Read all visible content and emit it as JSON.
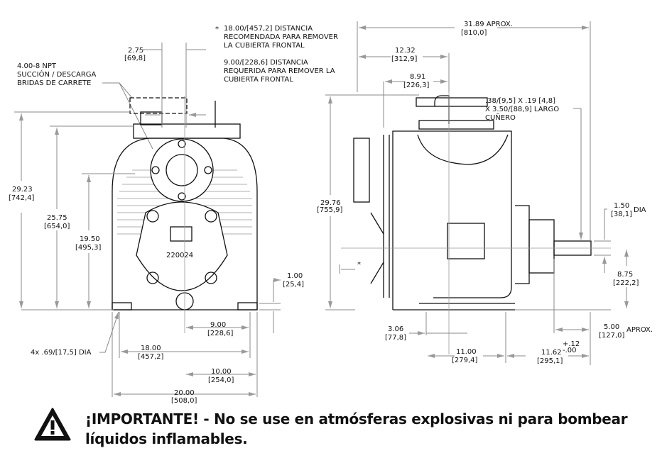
{
  "notes": {
    "star_note_1": [
      "18.00/[457,2] DISTANCIA",
      "RECOMENDADA PARA REMOVER",
      "LA CUBIERTA FRONTAL"
    ],
    "star_note_2": [
      "9.00/[228,6] DISTANCIA",
      "REQUERIDA PARA REMOVER LA",
      "CUBIERTA FRONTAL"
    ],
    "star_symbol": "*",
    "flange_note": [
      "4.00-8 NPT",
      "SUCCIÓN / DESCARGA",
      "BRIDAS DE CARRETE"
    ],
    "keyway_note": [
      ".38/[9,5] X .19 [4,8]",
      "X 3.50/[88,9] LARGO",
      "CUÑERO"
    ],
    "nameplate": "220024",
    "holes_note": "4x .69/[17,5] DIA"
  },
  "front_view": {
    "dims": [
      {
        "value": "2.75",
        "metric": "[69,8]"
      },
      {
        "value": "29.23",
        "metric": "[742,4]"
      },
      {
        "value": "25.75",
        "metric": "[654,0]"
      },
      {
        "value": "19.50",
        "metric": "[495,3]"
      },
      {
        "value": "1.00",
        "metric": "[25,4]"
      },
      {
        "value": "9.00",
        "metric": "[228,6]"
      },
      {
        "value": "18.00",
        "metric": "[457,2]"
      },
      {
        "value": "10.00",
        "metric": "[254,0]"
      },
      {
        "value": "20.00",
        "metric": "[508,0]"
      }
    ]
  },
  "side_view": {
    "dims": [
      {
        "value": "31.89  APROX.",
        "metric": "[810,0]"
      },
      {
        "value": "12.32",
        "metric": "[312,9]"
      },
      {
        "value": "8.91",
        "metric": "[226,3]"
      },
      {
        "value": "29.76",
        "metric": "[755,9]"
      },
      {
        "value": "1.50",
        "metric": "[38,1]",
        "suffix": "DIA"
      },
      {
        "value": "8.75",
        "metric": "[222,2]"
      },
      {
        "value": "5.00",
        "metric": "[127,0]",
        "suffix": "APROX."
      },
      {
        "value": "3.06",
        "metric": "[77,8]"
      },
      {
        "value": "11.00",
        "metric": "[279,4]"
      },
      {
        "value": "11.62",
        "metric": "[295,1]",
        "tol_plus": "+.12",
        "tol_minus": "-.00"
      }
    ]
  },
  "warning": {
    "icon": "warning-triangle-icon",
    "line1": "¡IMPORTANTE! - No se use en atmósferas explosivas ni para bombear",
    "line2": "líquidos inflamables."
  }
}
